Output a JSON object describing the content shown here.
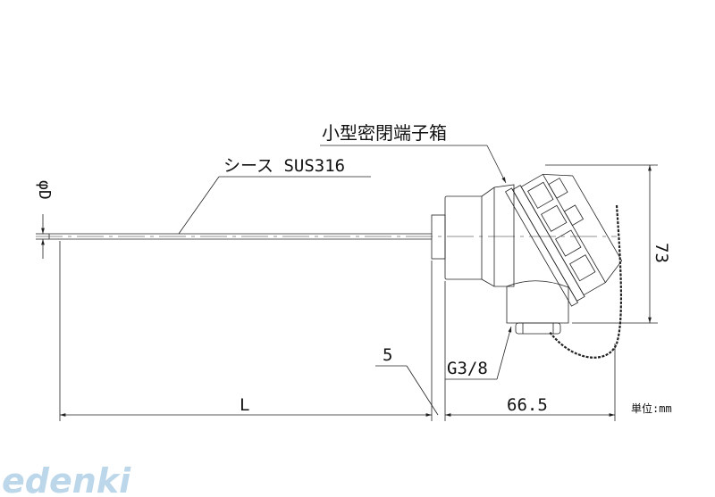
{
  "labels": {
    "terminal_box": "小型密閉端子箱",
    "sheath": "シース SUS316",
    "diameter": "φD",
    "thread": "G3/8",
    "dim_height": "73",
    "dim_length": "L",
    "dim_flange": "5",
    "dim_head": "66.5",
    "unit": "単位:mm"
  },
  "watermark": "edenki",
  "colors": {
    "line": "#222222",
    "watermark": "#bcd6ea"
  }
}
